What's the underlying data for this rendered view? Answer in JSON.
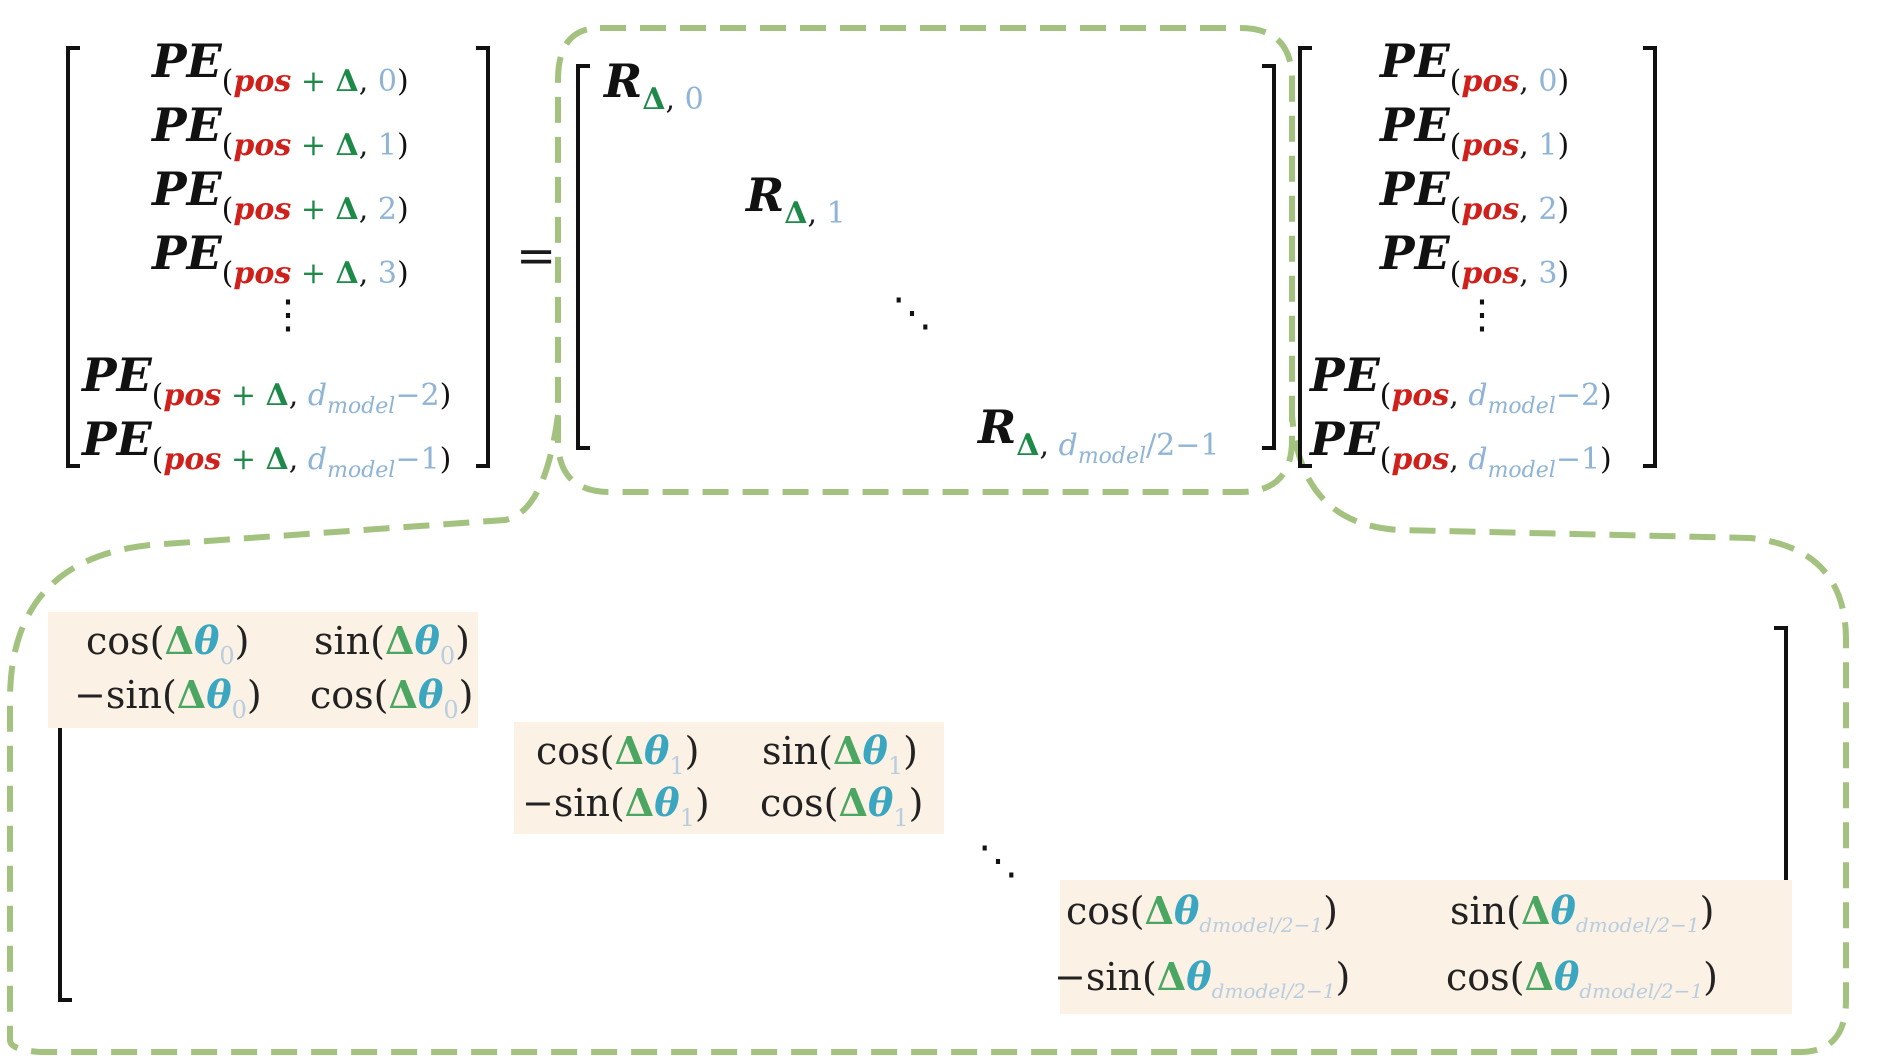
{
  "lhs": {
    "symbol": "PE",
    "pos": "pos",
    "plus": "+",
    "delta": "Δ",
    "comma": ",",
    "rows": [
      "0",
      "1",
      "2",
      "3"
    ],
    "vdots": "⋮",
    "dmodel": "d",
    "dmodel_sub": "model",
    "last_rows": [
      "−2",
      "−1"
    ]
  },
  "equals": "=",
  "rotation": {
    "symbol": "R",
    "delta": "Δ",
    "idx0": "0",
    "idx1": "1",
    "ddots": "⋱",
    "last_idx": "/2−1",
    "dmodel": "d",
    "dmodel_sub": "model"
  },
  "rhs": {
    "symbol": "PE",
    "pos": "pos",
    "rows": [
      "0",
      "1",
      "2",
      "3"
    ],
    "vdots": "⋮",
    "dmodel": "d",
    "dmodel_sub": "model",
    "last_rows": [
      "−2",
      "−1"
    ]
  },
  "expanded": {
    "cos": "cos",
    "sin": "sin",
    "neg_sin": "−sin",
    "delta": "Δ",
    "theta": "θ",
    "idx0": "0",
    "idx1": "1",
    "last_sub": "model/2−1",
    "last_d": "d",
    "ddots": "⋱"
  },
  "colors": {
    "dash_border": "#a3c27f",
    "block_bg": "#fbf1e4",
    "pos_red": "#d0201b",
    "delta_green": "#1e8a4a",
    "index_blue": "#8fb4d6",
    "theta_blue": "#3aa6c0"
  }
}
